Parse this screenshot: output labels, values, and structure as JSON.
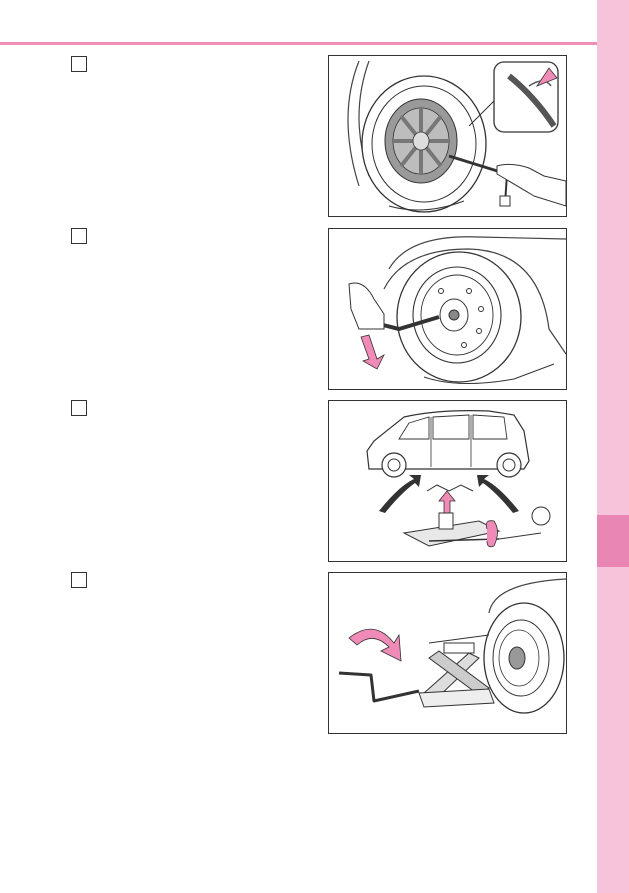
{
  "steps": [
    {
      "figure": "remove-wheel-cap-figure",
      "icons": [
        "wheel-cap-icon",
        "screwdriver-icon",
        "hand-icon",
        "pink-arrow-icon"
      ]
    },
    {
      "figure": "loosen-wheel-nuts-figure",
      "icons": [
        "wheel-icon",
        "wrench-icon",
        "hand-icon",
        "pink-arrow-icon"
      ]
    },
    {
      "figure": "jack-position-figure",
      "icons": [
        "car-side-icon",
        "jack-icon",
        "pink-arrow-icon",
        "callout-circle-icon"
      ]
    },
    {
      "figure": "raise-vehicle-figure",
      "icons": [
        "wheel-icon",
        "jack-icon",
        "jack-handle-icon",
        "pink-arrow-icon"
      ]
    }
  ],
  "figure3": {
    "callout_label": ""
  },
  "colors": {
    "accent": "#ef8fb8",
    "side_tab": "#f7c3da",
    "side_marker": "#ea86b3",
    "arrow": "#f08bb8"
  }
}
